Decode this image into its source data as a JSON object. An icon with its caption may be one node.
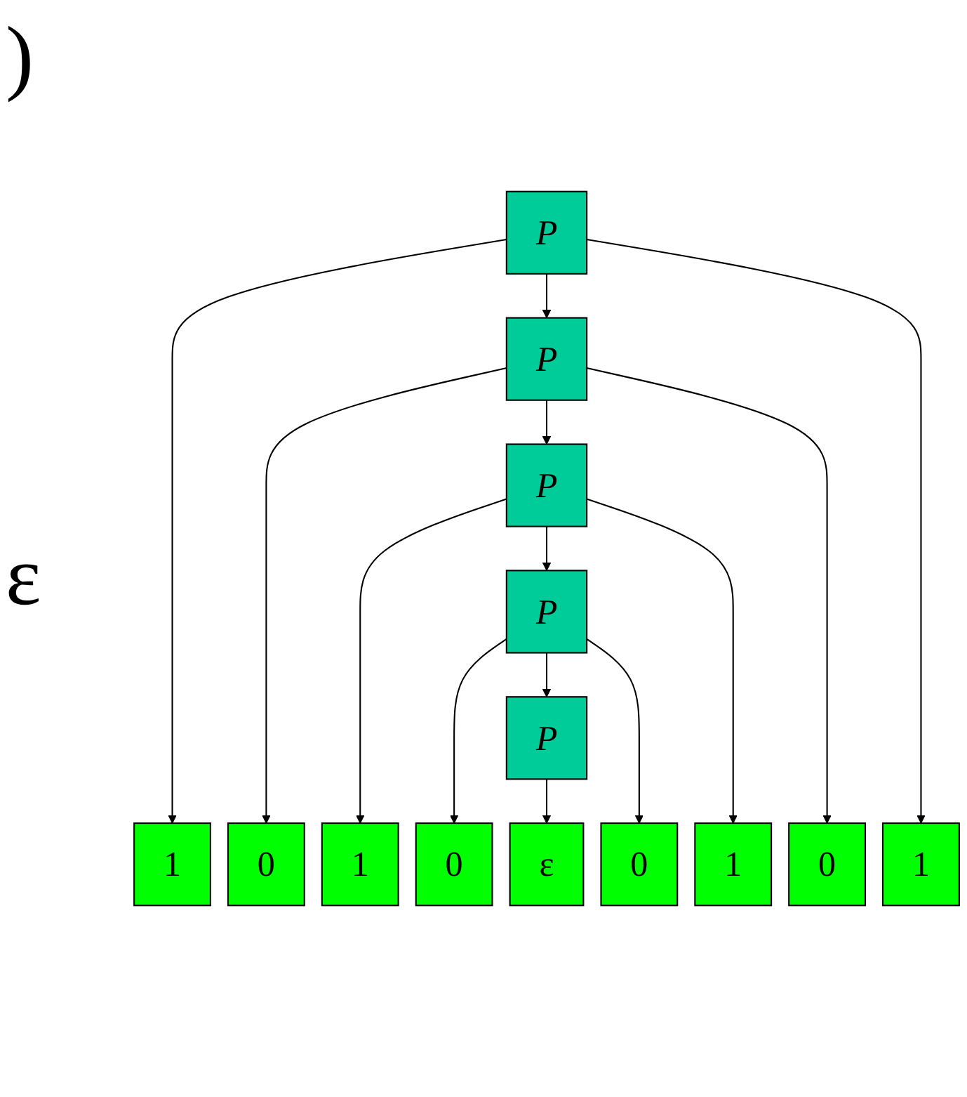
{
  "diagram": {
    "nodes": [
      {
        "text": [
          "P"
        ]
      },
      {
        "text": [
          "P"
        ]
      },
      {
        "text": [
          "P"
        ]
      },
      {
        "text": [
          "P"
        ]
      },
      {
        "text": [
          "P"
        ]
      },
      {
        "text": [
          "1"
        ]
      },
      {
        "text": [
          "0"
        ]
      },
      {
        "text": [
          "1"
        ]
      },
      {
        "text": [
          "0"
        ]
      },
      {
        "text": [
          "ε"
        ]
      },
      {
        "text": [
          "0"
        ]
      },
      {
        "text": [
          "1"
        ]
      },
      {
        "text": [
          "0"
        ]
      },
      {
        "text": [
          "1"
        ]
      }
    ],
    "edges": [
      {
        "from": 0,
        "to": 5,
        "arrow": "to"
      },
      {
        "from": 0,
        "to": 1,
        "arrow": "to"
      },
      {
        "from": 0,
        "to": 13,
        "arrow": "to"
      },
      {
        "from": 1,
        "to": 6,
        "arrow": "to"
      },
      {
        "from": 1,
        "to": 2,
        "arrow": "to"
      },
      {
        "from": 1,
        "to": 12,
        "arrow": "to"
      },
      {
        "from": 2,
        "to": 7,
        "arrow": "to"
      },
      {
        "from": 2,
        "to": 3,
        "arrow": "to"
      },
      {
        "from": 2,
        "to": 11,
        "arrow": "to"
      },
      {
        "from": 3,
        "to": 8,
        "arrow": "to"
      },
      {
        "from": 3,
        "to": 4,
        "arrow": "to"
      },
      {
        "from": 3,
        "to": 10,
        "arrow": "to"
      },
      {
        "from": 4,
        "to": 9,
        "arrow": "to"
      }
    ],
    "labels": [
      ")",
      "ε"
    ]
  }
}
